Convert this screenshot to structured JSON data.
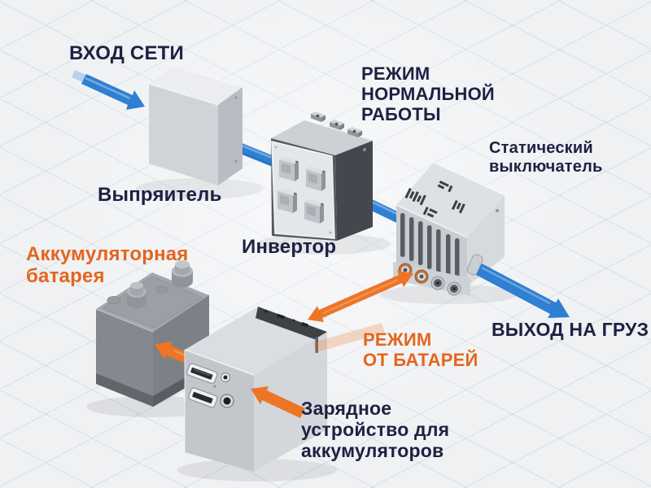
{
  "diagram": {
    "labels": {
      "mains_input": "ВХОД СЕТИ",
      "rectifier": "Выпряитель",
      "normal_mode": "РЕЖИМ\nНОРМАЛЬНОЙ\nРАБОТЫ",
      "inverter": "Инвертор",
      "static_switch": "Статический\nвыключатель",
      "output_load": "ВЫХОД НА ГРУЗ",
      "battery": "Аккумуляторная\nбатарея",
      "battery_mode": "РЕЖИМ\nОТ БАТАРЕЙ",
      "charger": "Зарядное\nустройство для\nаккумуляторов"
    },
    "colors": {
      "background": "#eff1f3",
      "grid_line": "#a6b2c24d",
      "text_dark": "#1d2142",
      "text_orange": "#e4651e",
      "arrow_orange": "#ee7526",
      "arrow_blue": "#2f7fd2"
    }
  }
}
